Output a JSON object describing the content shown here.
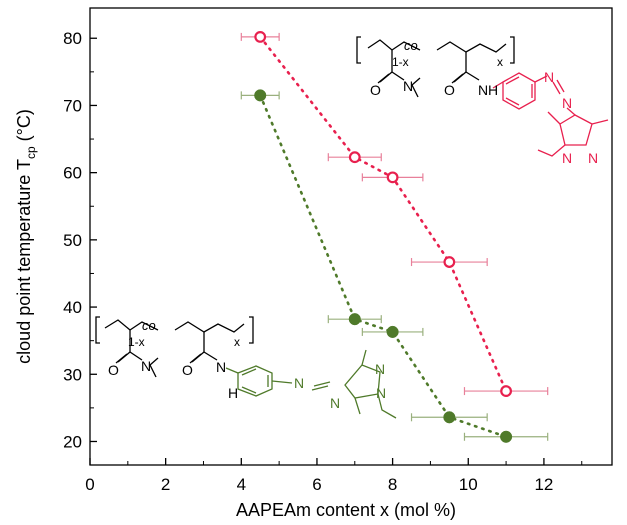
{
  "colors": {
    "series_open": "#e8204e",
    "series_filled": "#4f7a2a",
    "errorbar_open": "#e8809a",
    "errorbar_filled": "#9ab07e"
  },
  "chart_data": {
    "type": "scatter",
    "xlabel": "AAPEAm content x (mol %)",
    "ylabel": "cloud point temperature T",
    "ylabel_sub": "cp",
    "ylabel_suffix": " (°C)",
    "xlim": [
      0,
      13.8
    ],
    "ylim": [
      16.5,
      84.5
    ],
    "xticks": [
      0,
      2,
      4,
      6,
      8,
      10,
      12
    ],
    "yticks": [
      20,
      30,
      40,
      50,
      60,
      70,
      80
    ],
    "grid": false,
    "series": [
      {
        "marker": "open-circle",
        "color": "#e8204e",
        "points": [
          {
            "x": 4.5,
            "y": 80.2,
            "xerr": 0.5
          },
          {
            "x": 7.0,
            "y": 62.3,
            "xerr": 0.7
          },
          {
            "x": 8.0,
            "y": 59.3,
            "xerr": 0.8
          },
          {
            "x": 9.5,
            "y": 46.7,
            "xerr": 1.0
          },
          {
            "x": 11.0,
            "y": 27.5,
            "xerr": 1.1
          }
        ]
      },
      {
        "marker": "filled-circle",
        "color": "#4f7a2a",
        "points": [
          {
            "x": 4.5,
            "y": 71.5,
            "xerr": 0.5
          },
          {
            "x": 7.0,
            "y": 38.2,
            "xerr": 0.7
          },
          {
            "x": 8.0,
            "y": 36.3,
            "xerr": 0.8
          },
          {
            "x": 9.5,
            "y": 23.6,
            "xerr": 1.0
          },
          {
            "x": 11.0,
            "y": 20.7,
            "xerr": 1.1
          }
        ]
      }
    ]
  },
  "structures": {
    "co_label": "co",
    "subscript_1x": "1-x",
    "subscript_x": "x",
    "atom_O": "O",
    "atom_N": "N",
    "atom_H": "H"
  }
}
